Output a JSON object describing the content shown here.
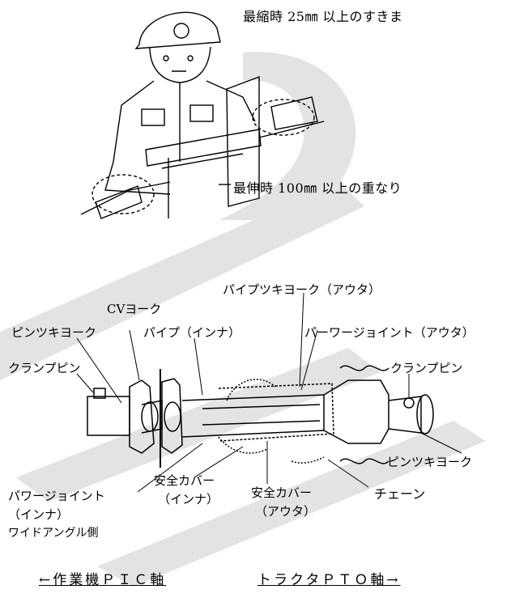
{
  "top_section": {
    "caption_min_clearance": "最縮時 25㎜ 以上のすきま",
    "caption_max_overlap": "最伸時 100㎜ 以上の重なり"
  },
  "parts": {
    "cv_yoke": "CVヨーク",
    "pipe_yoke_outer": "パイプツキヨーク（アウタ）",
    "pin_yoke_left": "ピンツキヨーク",
    "pipe_inner": "パイプ（インナ）",
    "power_joint_outer": "パーワージョイント（アウタ）",
    "clamp_pin_left": "クランプピン",
    "clamp_pin_right": "クランプピン",
    "pin_yoke_right": "ピンツキヨーク",
    "power_joint_inner_line1": "パワージョイント",
    "power_joint_inner_line2": "（インナ）",
    "wide_angle_side": "ワイドアングル側",
    "safety_cover_inner_line1": "安全カバー",
    "safety_cover_inner_line2": "（インナ）",
    "safety_cover_outer_line1": "安全カバー",
    "safety_cover_outer_line2": "（アウタ）",
    "chain": "チェーン"
  },
  "footer": {
    "implement_side": "←作業機ＰＩＣ軸",
    "tractor_side": "トラクタＰＴＯ軸→"
  },
  "colors": {
    "watermark": "#e3e3e3",
    "line": "#000000"
  }
}
